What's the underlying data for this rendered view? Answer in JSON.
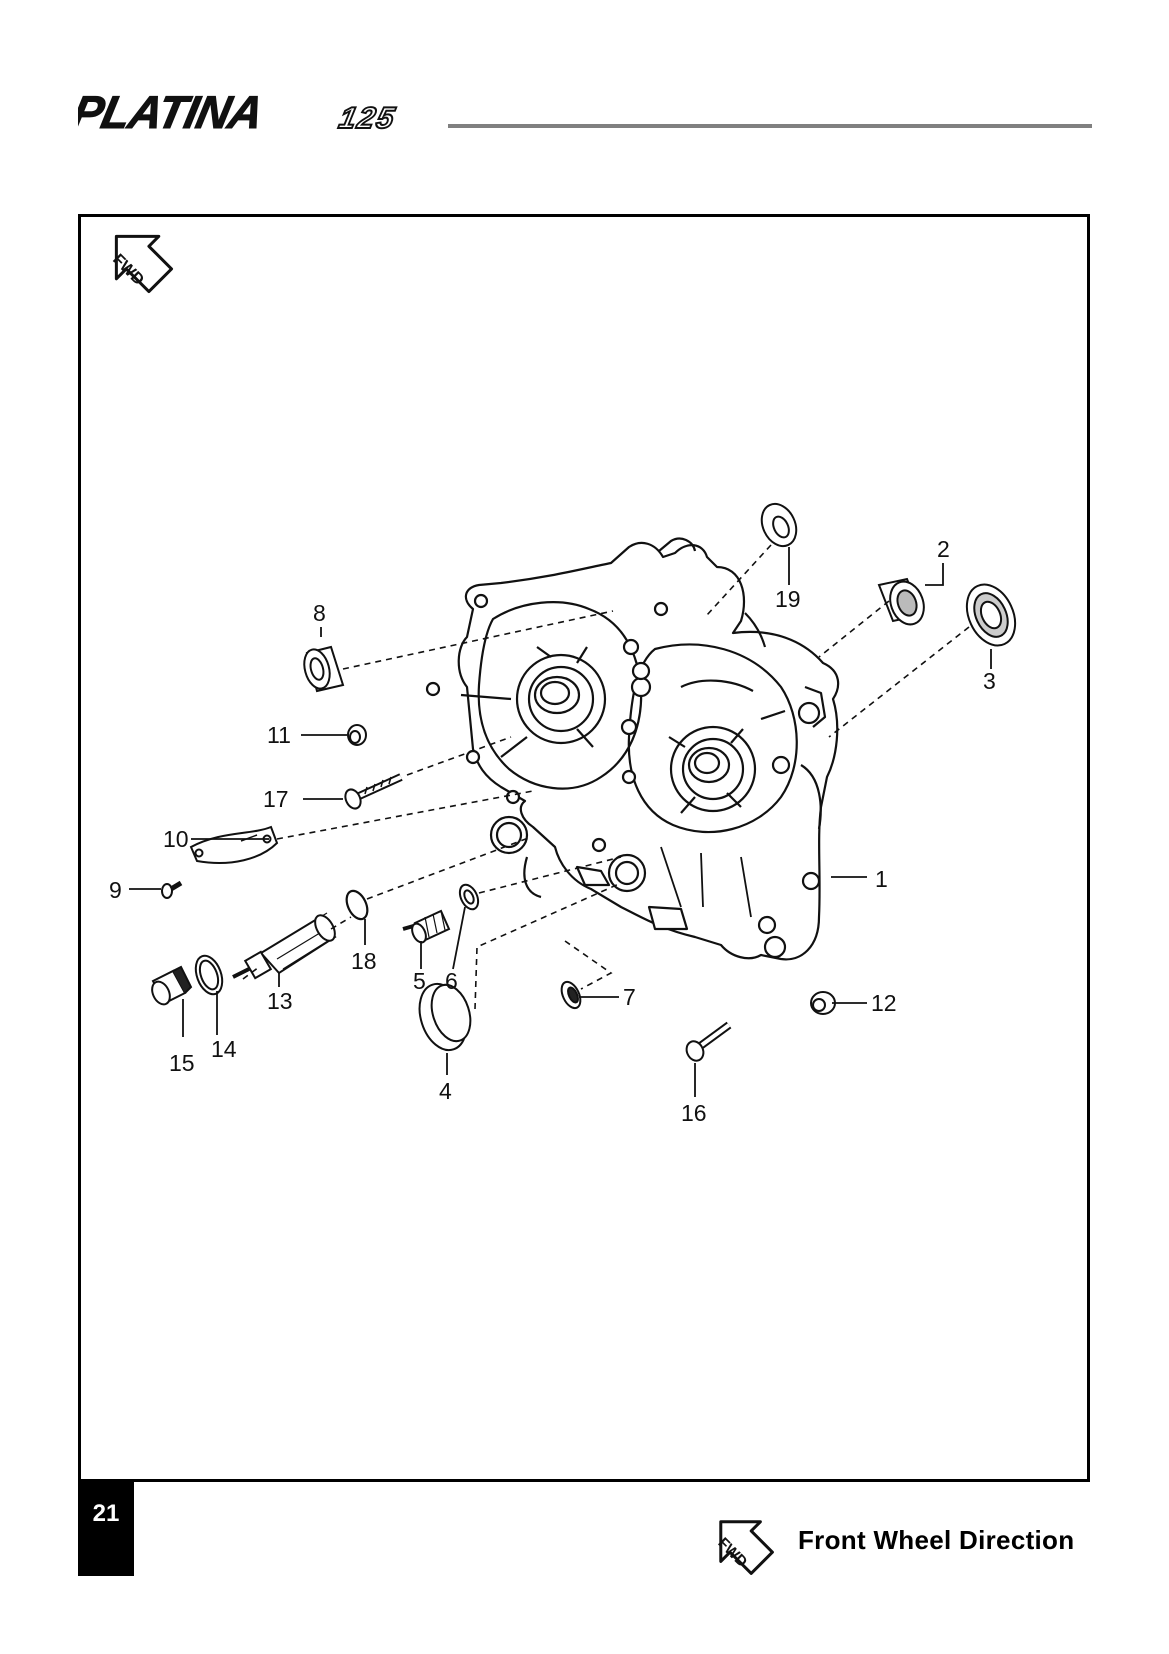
{
  "header": {
    "logo_text": "PLATINA",
    "logo_model": "125",
    "rule_color": "#808080"
  },
  "diagram": {
    "fwd_badge": "FWD",
    "callouts": [
      {
        "label": "1"
      },
      {
        "label": "2"
      },
      {
        "label": "3"
      },
      {
        "label": "4"
      },
      {
        "label": "5"
      },
      {
        "label": "6"
      },
      {
        "label": "7"
      },
      {
        "label": "8"
      },
      {
        "label": "9"
      },
      {
        "label": "10"
      },
      {
        "label": "11"
      },
      {
        "label": "12"
      },
      {
        "label": "13"
      },
      {
        "label": "14"
      },
      {
        "label": "15"
      },
      {
        "label": "16"
      },
      {
        "label": "17"
      },
      {
        "label": "18"
      },
      {
        "label": "19"
      }
    ]
  },
  "footer": {
    "page_number": "21",
    "fwd_badge": "FWD",
    "fwd_label": "Front Wheel Direction"
  }
}
